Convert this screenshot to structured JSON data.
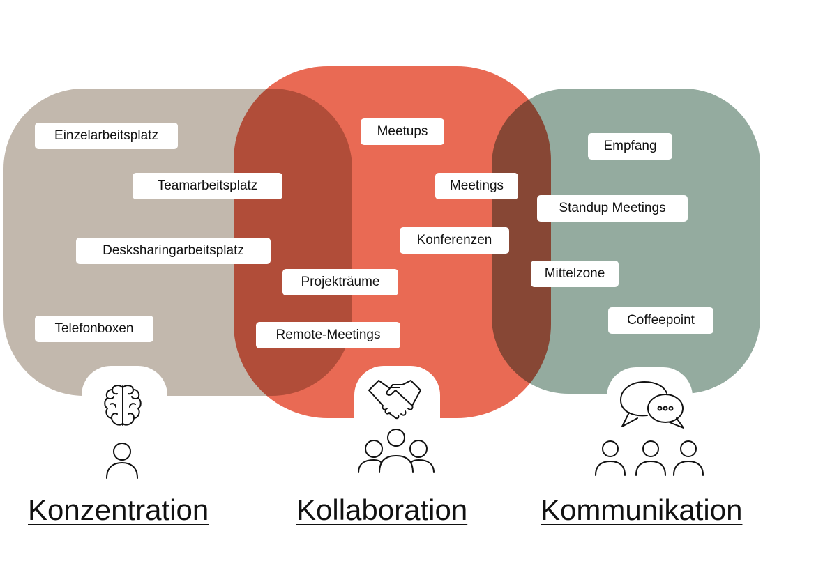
{
  "colors": {
    "konzentration": "#c2b8ad",
    "kollaboration": "#e96a54",
    "kommunikation": "#94ab9f"
  },
  "labels": {
    "einzelarbeitsplatz": "Einzelarbeitsplatz",
    "teamarbeitsplatz": "Teamarbeitsplatz",
    "desksharingarbeitsplatz": "Desksharingarbeitsplatz",
    "telefonboxen": "Telefonboxen",
    "meetups": "Meetups",
    "meetings": "Meetings",
    "konferenzen": "Konferenzen",
    "projektraeume": "Projekträume",
    "remote_meetings": "Remote-Meetings",
    "empfang": "Empfang",
    "standup_meetings": "Standup Meetings",
    "mittelzone": "Mittelzone",
    "coffeepoint": "Coffeepoint"
  },
  "headings": {
    "konzentration": "Konzentration",
    "kollaboration": "Kollaboration",
    "kommunikation": "Kommunikation"
  },
  "icons": [
    "brain-icon",
    "person-icon",
    "handshake-icon",
    "group-icon",
    "speech-bubbles-icon",
    "three-persons-icon"
  ]
}
